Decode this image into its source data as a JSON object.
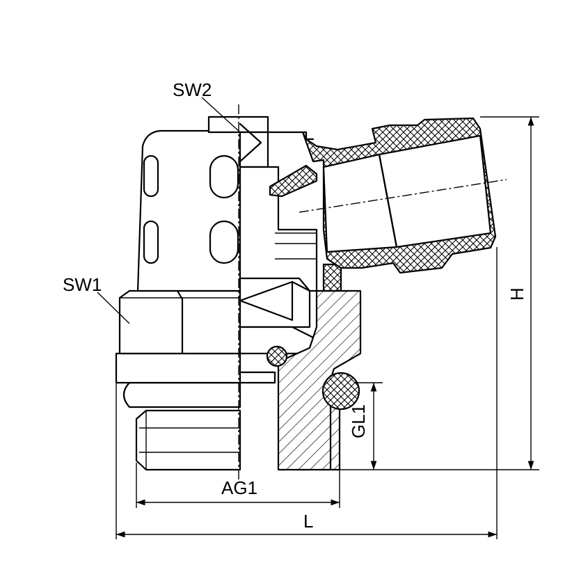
{
  "labels": {
    "sw1": "SW1",
    "sw2": "SW2",
    "gl1": "GL1",
    "h": "H",
    "ag1": "AG1",
    "l": "L"
  }
}
